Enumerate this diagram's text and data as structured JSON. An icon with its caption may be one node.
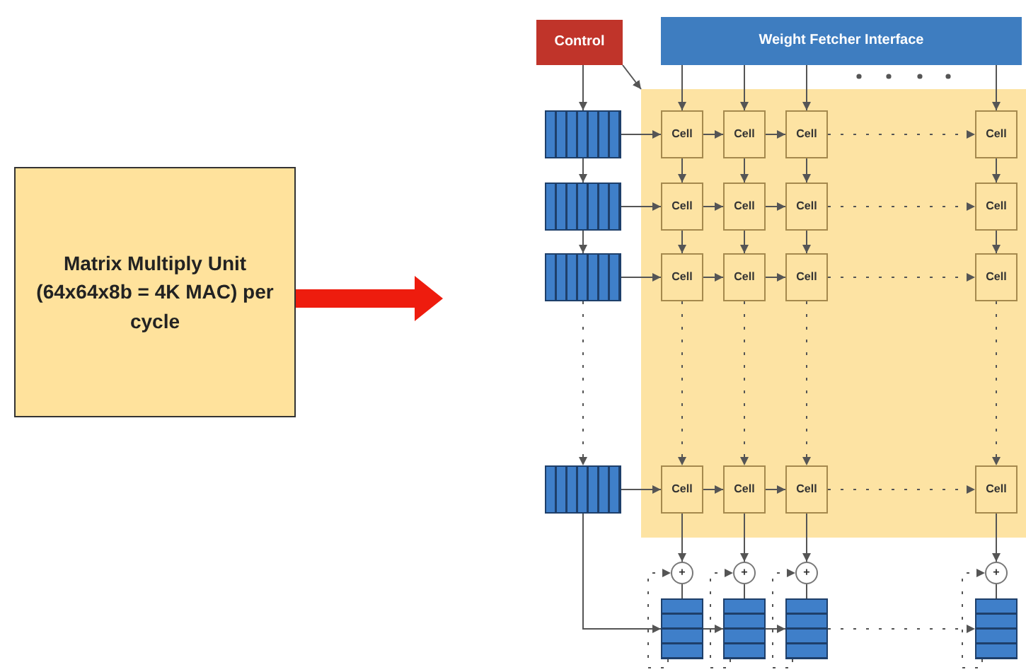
{
  "diagram": {
    "nodes": [
      {
        "text": [
          "Matrix Multiply Unit (64x64x8b = 4K MAC) per cycle"
        ]
      },
      {
        "text": [
          "Control"
        ]
      },
      {
        "text": [
          "Weight Fetcher Interface"
        ]
      },
      {
        "text": [],
        "shape": "box"
      },
      {
        "text": [],
        "shape": "box"
      },
      {
        "text": [],
        "shape": "box"
      },
      {
        "text": [],
        "shape": "box"
      },
      {
        "text": [],
        "shape": "box"
      },
      {
        "text": [
          "Cell"
        ],
        "in": 3
      },
      {
        "text": [
          "Cell"
        ],
        "in": 3
      },
      {
        "text": [
          "Cell"
        ],
        "in": 3
      },
      {
        "text": [
          "Cell"
        ],
        "in": 3
      },
      {
        "text": [
          "Cell"
        ],
        "in": 3
      },
      {
        "text": [
          "Cell"
        ],
        "in": 3
      },
      {
        "text": [
          "Cell"
        ],
        "in": 3
      },
      {
        "text": [
          "Cell"
        ],
        "in": 3
      },
      {
        "text": [
          "Cell"
        ],
        "in": 3
      },
      {
        "text": [
          "Cell"
        ],
        "in": 3
      },
      {
        "text": [
          "Cell"
        ],
        "in": 3
      },
      {
        "text": [
          "Cell"
        ],
        "in": 3
      },
      {
        "text": [
          "Cell"
        ],
        "in": 3
      },
      {
        "text": [
          "Cell"
        ],
        "in": 3
      },
      {
        "text": [
          "Cell"
        ],
        "in": 3
      },
      {
        "text": [
          "Cell"
        ],
        "in": 3
      },
      {
        "text": [
          "+"
        ]
      },
      {
        "text": [
          "+"
        ]
      },
      {
        "text": [
          "+"
        ]
      },
      {
        "text": [
          "+"
        ]
      },
      {
        "text": [],
        "shape": "box"
      },
      {
        "text": [],
        "shape": "box"
      },
      {
        "text": [],
        "shape": "box"
      },
      {
        "text": [],
        "shape": "box"
      }
    ],
    "edges": [
      {
        "from": 0,
        "to": null,
        "arrow": "to",
        "style": "thick",
        "color": "#ee1c0e"
      },
      {
        "from": 1,
        "to": 4,
        "arrow": "to"
      },
      {
        "from": 1,
        "to": 3,
        "arrow": "to"
      },
      {
        "from": 2,
        "to": 8,
        "arrow": "to"
      },
      {
        "from": 2,
        "to": 9,
        "arrow": "to"
      },
      {
        "from": 2,
        "to": 10,
        "arrow": "to"
      },
      {
        "from": 2,
        "to": 11,
        "arrow": "to"
      },
      {
        "from": 4,
        "to": 5,
        "arrow": "to"
      },
      {
        "from": 5,
        "to": 6,
        "arrow": "to"
      },
      {
        "from": 6,
        "to": 7,
        "arrow": "to",
        "style": "dashed"
      },
      {
        "from": 4,
        "to": 8,
        "arrow": "to"
      },
      {
        "from": 5,
        "to": 12,
        "arrow": "to"
      },
      {
        "from": 6,
        "to": 16,
        "arrow": "to"
      },
      {
        "from": 7,
        "to": 20,
        "arrow": "to"
      },
      {
        "from": 8,
        "to": 9,
        "arrow": "to"
      },
      {
        "from": 9,
        "to": 10,
        "arrow": "to"
      },
      {
        "from": 10,
        "to": 11,
        "arrow": "to",
        "style": "dashed"
      },
      {
        "from": 12,
        "to": 13,
        "arrow": "to"
      },
      {
        "from": 13,
        "to": 14,
        "arrow": "to"
      },
      {
        "from": 14,
        "to": 15,
        "arrow": "to",
        "style": "dashed"
      },
      {
        "from": 16,
        "to": 17,
        "arrow": "to"
      },
      {
        "from": 17,
        "to": 18,
        "arrow": "to"
      },
      {
        "from": 18,
        "to": 19,
        "arrow": "to",
        "style": "dashed"
      },
      {
        "from": 20,
        "to": 21,
        "arrow": "to"
      },
      {
        "from": 21,
        "to": 22,
        "arrow": "to"
      },
      {
        "from": 22,
        "to": 23,
        "arrow": "to",
        "style": "dashed"
      },
      {
        "from": 8,
        "to": 12,
        "arrow": "to"
      },
      {
        "from": 12,
        "to": 16,
        "arrow": "to"
      },
      {
        "from": 16,
        "to": 20,
        "arrow": "to",
        "style": "dashed"
      },
      {
        "from": 9,
        "to": 13,
        "arrow": "to"
      },
      {
        "from": 13,
        "to": 17,
        "arrow": "to"
      },
      {
        "from": 17,
        "to": 21,
        "arrow": "to",
        "style": "dashed"
      },
      {
        "from": 10,
        "to": 14,
        "arrow": "to"
      },
      {
        "from": 14,
        "to": 18,
        "arrow": "to"
      },
      {
        "from": 18,
        "to": 22,
        "arrow": "to",
        "style": "dashed"
      },
      {
        "from": 11,
        "to": 15,
        "arrow": "to"
      },
      {
        "from": 15,
        "to": 19,
        "arrow": "to"
      },
      {
        "from": 19,
        "to": 23,
        "arrow": "to",
        "style": "dashed"
      },
      {
        "from": 20,
        "to": 24,
        "arrow": "to"
      },
      {
        "from": 21,
        "to": 25,
        "arrow": "to"
      },
      {
        "from": 22,
        "to": 26,
        "arrow": "to"
      },
      {
        "from": 23,
        "to": 27,
        "arrow": "to"
      },
      {
        "from": 24,
        "to": 28,
        "arrow": "none"
      },
      {
        "from": 25,
        "to": 29,
        "arrow": "none"
      },
      {
        "from": 26,
        "to": 30,
        "arrow": "none"
      },
      {
        "from": 27,
        "to": 31,
        "arrow": "none"
      },
      {
        "from": 28,
        "to": 24,
        "arrow": "to",
        "style": "dashed"
      },
      {
        "from": 29,
        "to": 25,
        "arrow": "to",
        "style": "dashed"
      },
      {
        "from": 30,
        "to": 26,
        "arrow": "to",
        "style": "dashed"
      },
      {
        "from": 31,
        "to": 27,
        "arrow": "to",
        "style": "dashed"
      },
      {
        "from": 7,
        "to": 28,
        "arrow": "to"
      },
      {
        "from": 28,
        "to": 29,
        "arrow": "to"
      },
      {
        "from": 29,
        "to": 30,
        "arrow": "to"
      },
      {
        "from": 30,
        "to": 31,
        "arrow": "to",
        "style": "dashed"
      }
    ]
  }
}
